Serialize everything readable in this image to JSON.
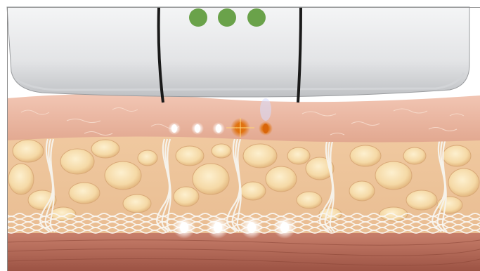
{
  "scene": {
    "type": "illustration",
    "subject": "ultrasound-transducer-over-skin-cross-section",
    "colors": {
      "device_body": "#e7e8ea",
      "device_shadow": "#b8babd",
      "indicator_lights": "#6aa24a",
      "epidermis": "#e8b09a",
      "fat_lobules": "#f2d09a",
      "septa": "#f3efe8",
      "muscle": "#b46a58",
      "focal_hot": "#e0720f",
      "focal_glow": "#ffffff"
    },
    "indicator_light_count": 3,
    "dermal_focal_points_count": 5,
    "smas_focal_points_count": 4
  }
}
